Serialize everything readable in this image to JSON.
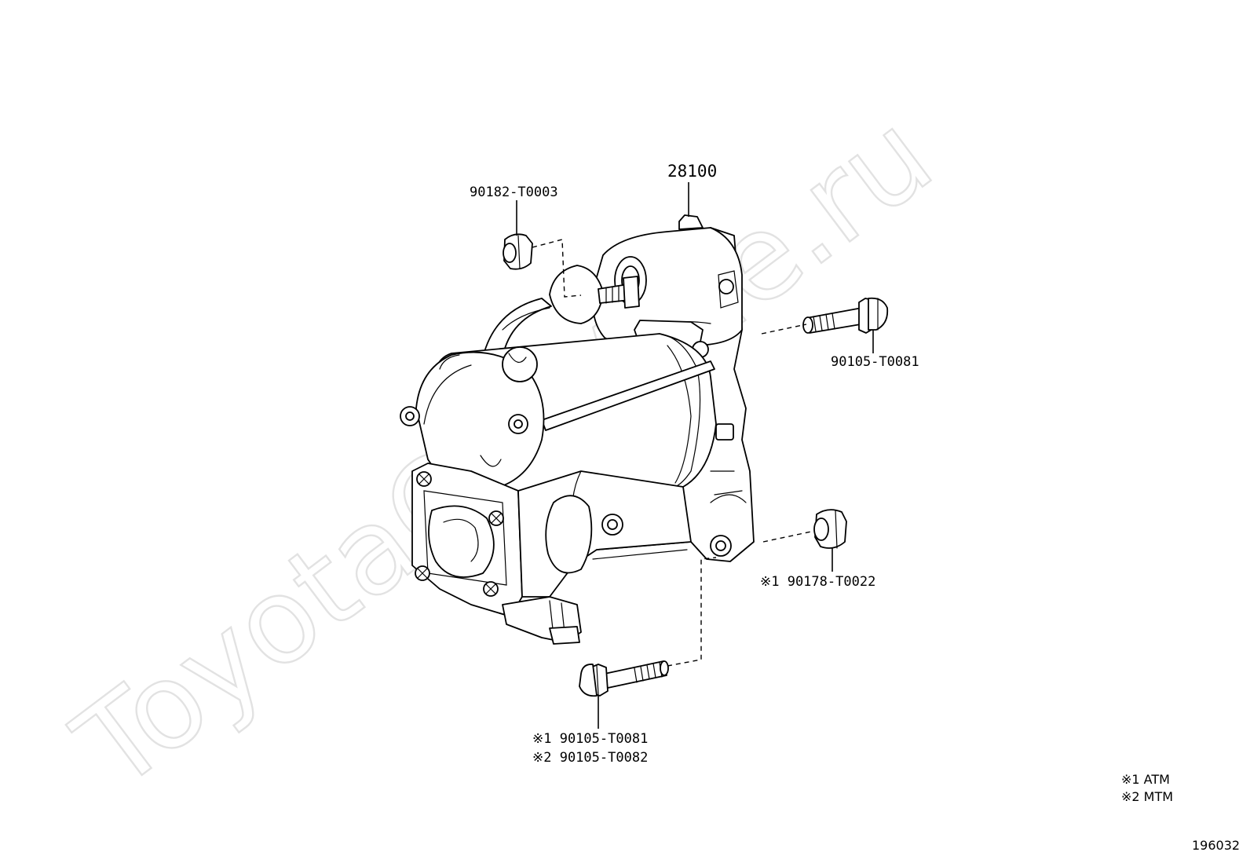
{
  "watermark": "ToyotaCarMine.ru",
  "parts": {
    "starter": "28100",
    "terminal_nut": "90182-T0003",
    "upper_bolt": "90105-T0081",
    "lower_nut": "※1 90178-T0022",
    "lower_bolt_atm": "※1 90105-T0081",
    "lower_bolt_mtm": "※2 90105-T0082"
  },
  "legend": {
    "note1": "※1 ATM",
    "note2": "※2 MTM"
  },
  "diagram_id": "196032"
}
